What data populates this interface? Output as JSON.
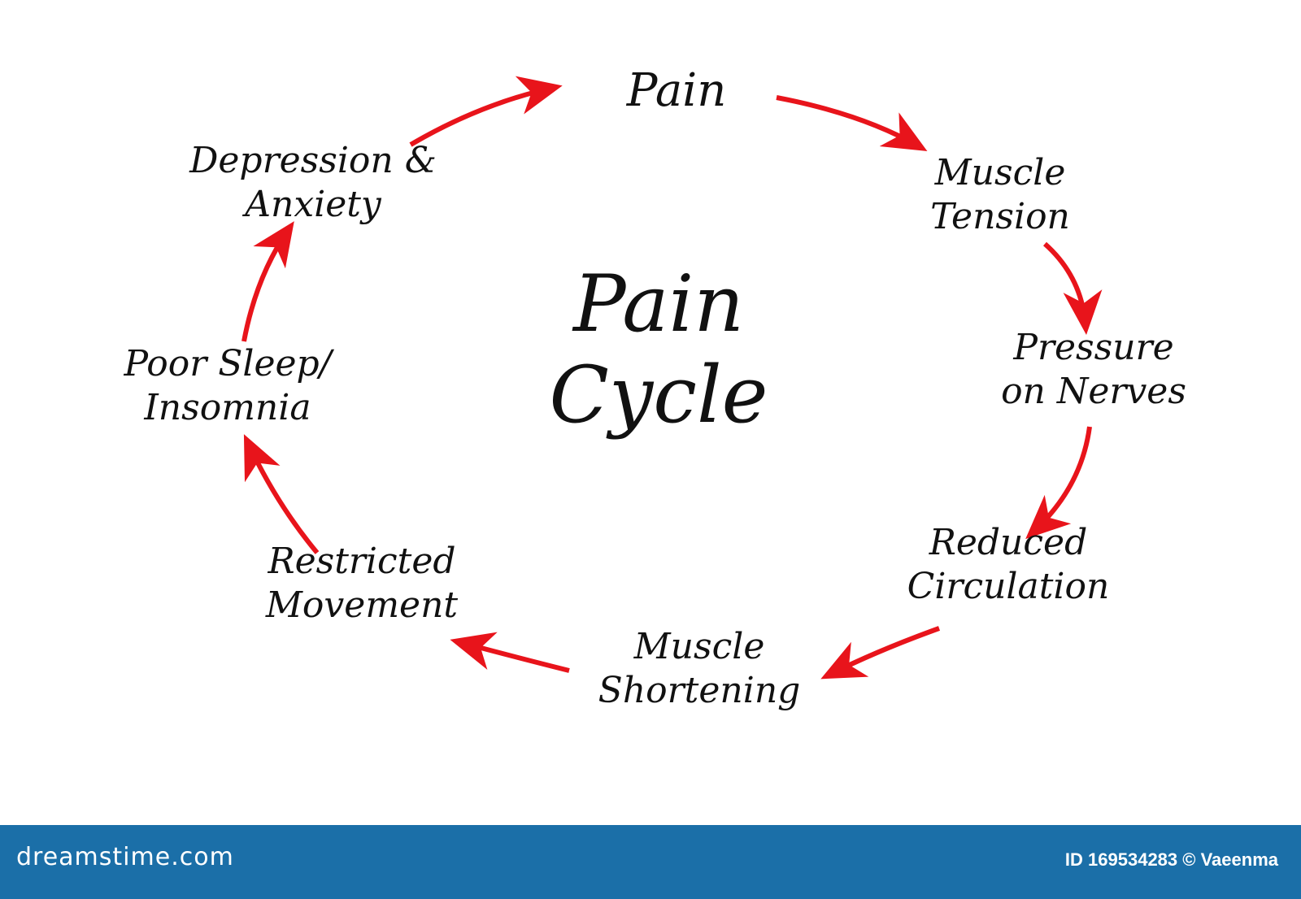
{
  "center": {
    "line1": "Pain",
    "line2": "Cycle"
  },
  "nodes": [
    {
      "id": "pain",
      "lines": [
        "Pain"
      ]
    },
    {
      "id": "muscle-tension",
      "lines": [
        "Muscle",
        "Tension"
      ]
    },
    {
      "id": "pressure-on-nerves",
      "lines": [
        "Pressure",
        "on Nerves"
      ]
    },
    {
      "id": "reduced-circulation",
      "lines": [
        "Reduced",
        "Circulation"
      ]
    },
    {
      "id": "muscle-shortening",
      "lines": [
        "Muscle",
        "Shortening"
      ]
    },
    {
      "id": "restricted-movement",
      "lines": [
        "Restricted",
        "Movement"
      ]
    },
    {
      "id": "poor-sleep-insomnia",
      "lines": [
        "Poor Sleep/",
        "Insomnia"
      ]
    },
    {
      "id": "depression-anxiety",
      "lines": [
        "Depression &",
        "Anxiety"
      ]
    }
  ],
  "colors": {
    "arrow": "#e8141b",
    "text": "#111111",
    "footer": "#1b6fa8"
  },
  "footer": {
    "brand": "dreamstime.com",
    "credit": "ID 169534283 © Vaeenma"
  }
}
